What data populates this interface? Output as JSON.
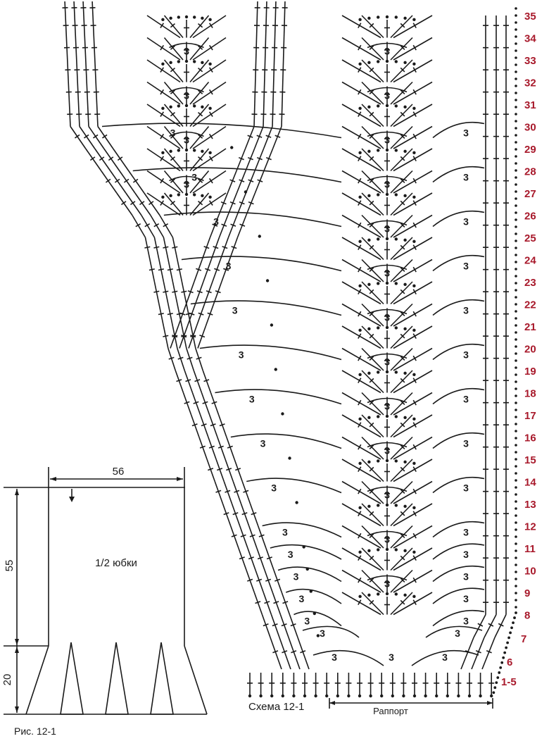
{
  "colors": {
    "ink": "#1a1a1a",
    "row_number": "#a8192b"
  },
  "chart": {
    "caption": "Схема 12-1",
    "repeat_label": "Раппорт",
    "chain_label": "3",
    "row_numbers": [
      "35",
      "34",
      "33",
      "32",
      "31",
      "30",
      "29",
      "28",
      "27",
      "26",
      "25",
      "24",
      "23",
      "22",
      "21",
      "20",
      "19",
      "18",
      "17",
      "16",
      "15",
      "14",
      "13",
      "12",
      "11",
      "10",
      "9",
      "8"
    ],
    "row_7": "7",
    "row_6": "6",
    "row_1_5": "1-5"
  },
  "schematic": {
    "caption": "Рис. 12-1",
    "title": "1/2 юбки",
    "width": "56",
    "height_top": "55",
    "height_bottom": "20"
  }
}
